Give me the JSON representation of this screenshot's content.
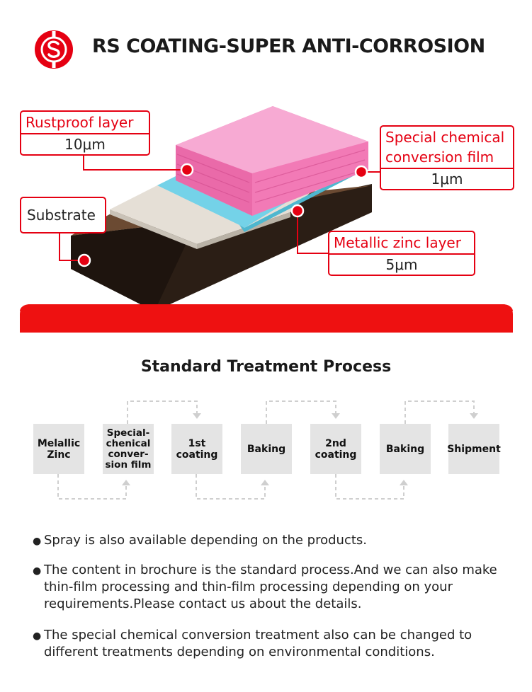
{
  "header": {
    "logo_icon": "rs-dollar-logo-icon",
    "title": "RS COATING-SUPER ANTI-CORROSION"
  },
  "diagram": {
    "rustproof": {
      "name": "Rustproof layer",
      "thickness": "10μm"
    },
    "special": {
      "name_line1": "Special chemical",
      "name_line2": "conversion film",
      "thickness": "1μm"
    },
    "substrate": {
      "name": "Substrate"
    },
    "zinc": {
      "name": "Metallic zinc layer",
      "thickness": "5μm"
    },
    "colors": {
      "accent": "#e50012",
      "pink_layer": "#f07ab8",
      "cyan_layer": "#6fd0e6",
      "white_layer": "#e2dcd2",
      "substrate": "#2e1f16"
    }
  },
  "process": {
    "title": "Standard Treatment Process",
    "steps": [
      {
        "label": "Melallic\nZinc"
      },
      {
        "label": "Special-\nchenical\nconver-\nsion film"
      },
      {
        "label": "1st\ncoating"
      },
      {
        "label": "Baking"
      },
      {
        "label": "2nd\ncoating"
      },
      {
        "label": "Baking"
      },
      {
        "label": "Shipment"
      }
    ]
  },
  "notes": [
    "Spray is also available depending on the products.",
    "The content in brochure is the standard process.And we can also make thin-film processing and thin-film  processing depending on your requirements.Please contact us about the details.",
    "The special chemical conversion treatment also can be changed to different treatments depending on environmental conditions."
  ]
}
